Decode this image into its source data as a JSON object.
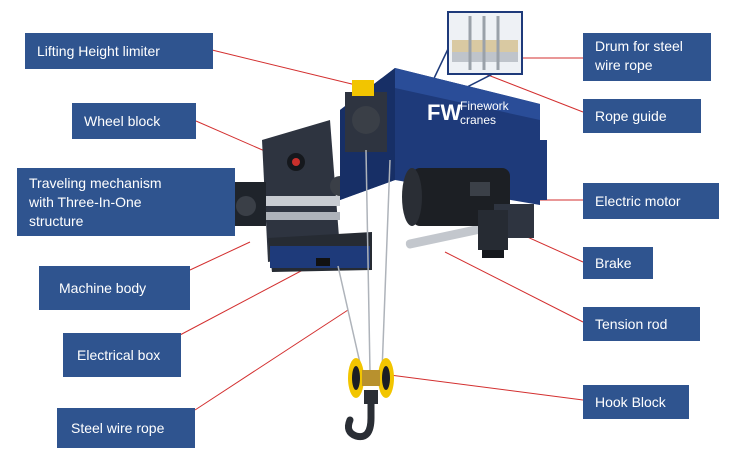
{
  "colors": {
    "label_bg": "#2f548f",
    "label_text": "#ffffff",
    "leader_line": "#d32f2f",
    "hoist_body": "#1e3a7a",
    "frame": "#2e3440",
    "yellow": "#f2c500",
    "steel": "#b8bcc2"
  },
  "labels": {
    "lifting_height_limiter": "Lifting Height limiter",
    "wheel_block": "Wheel block",
    "traveling_mechanism": [
      "Traveling mechanism",
      "with Three-In-One",
      "structure"
    ],
    "machine_body": "Machine body",
    "electrical_box": "Electrical box",
    "steel_wire_rope": "Steel wire rope",
    "drum": [
      "Drum for steel",
      "wire rope"
    ],
    "rope_guide": "Rope guide",
    "electric_motor": "Electric motor",
    "brake": "Brake",
    "tension_rod": "Tension rod",
    "hook_block": "Hook Block"
  },
  "logo": {
    "mark": "FW",
    "line1": "Finework",
    "line2": "cranes"
  }
}
